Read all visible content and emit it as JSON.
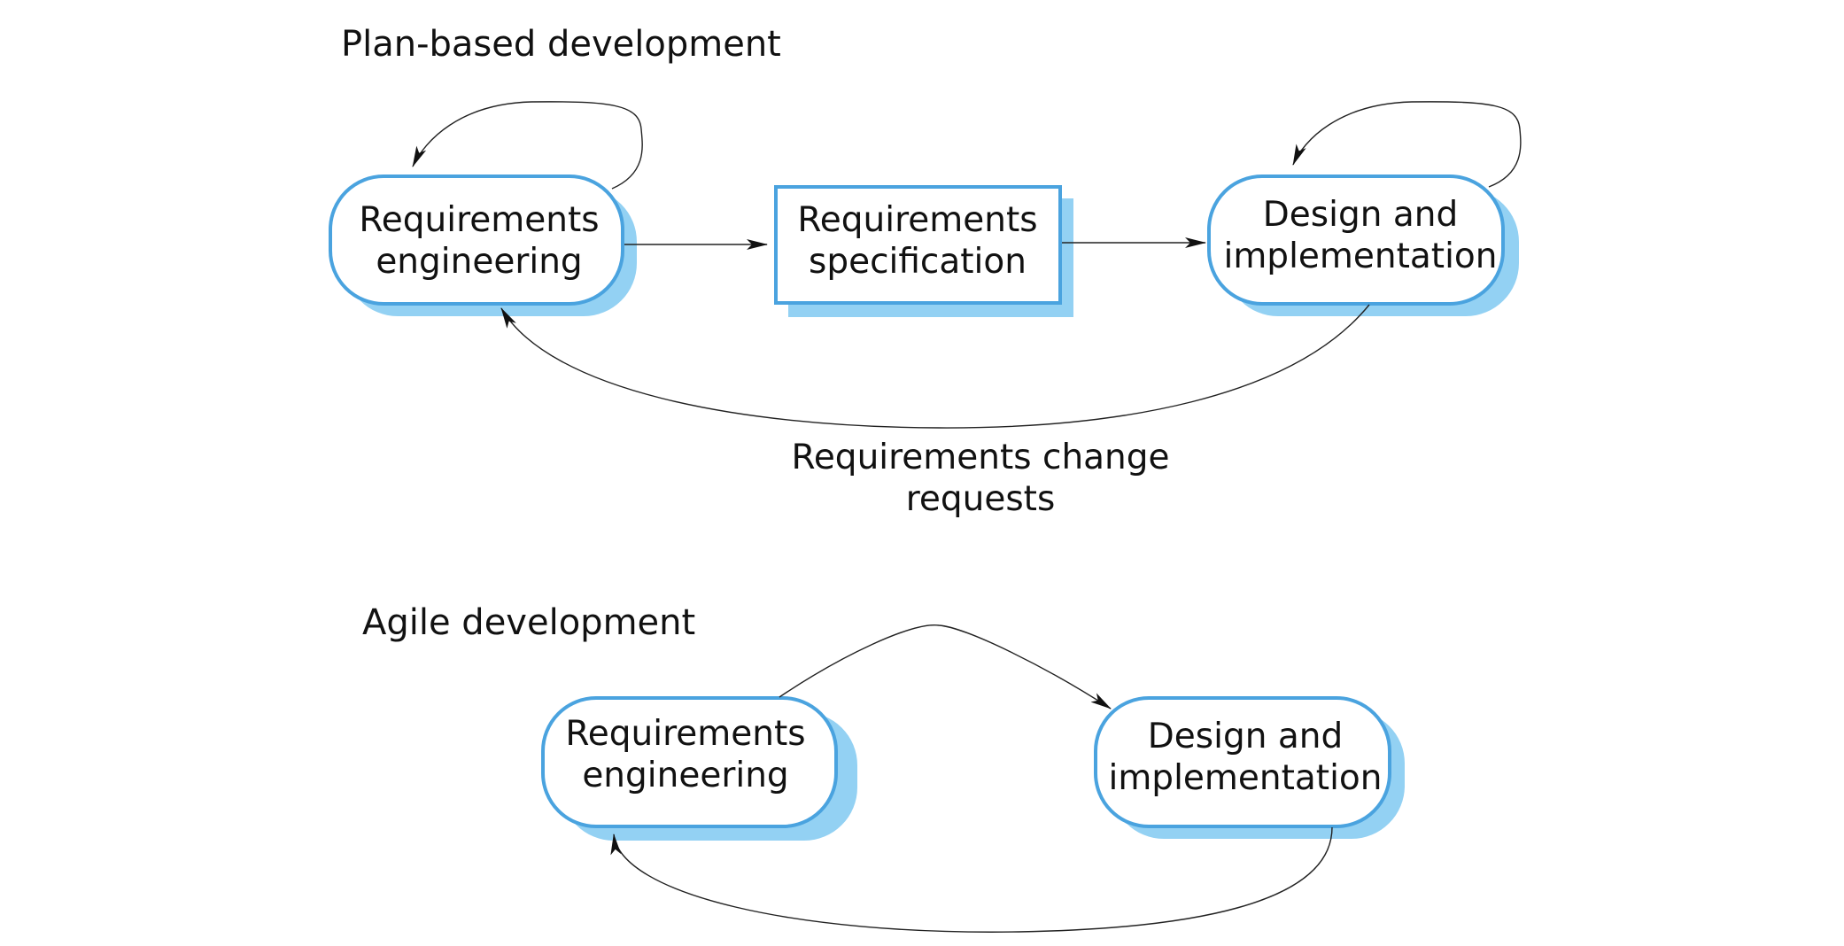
{
  "plan_based": {
    "title": "Plan-based development",
    "nodes": {
      "requirements_engineering": {
        "line1": "Requirements",
        "line2": "engineering"
      },
      "requirements_specification": {
        "line1": "Requirements",
        "line2": "specification"
      },
      "design_implementation": {
        "line1": "Design and",
        "line2": "implementation"
      }
    },
    "feedback_label": {
      "line1": "Requirements change",
      "line2": "requests"
    }
  },
  "agile": {
    "title": "Agile development",
    "nodes": {
      "requirements_engineering": {
        "line1": "Requirements",
        "line2": "engineering"
      },
      "design_implementation": {
        "line1": "Design and",
        "line2": "implementation"
      }
    }
  },
  "colors": {
    "node_border": "#4aa3df",
    "node_shadow": "#93d1f3",
    "arrow": "#222222"
  }
}
